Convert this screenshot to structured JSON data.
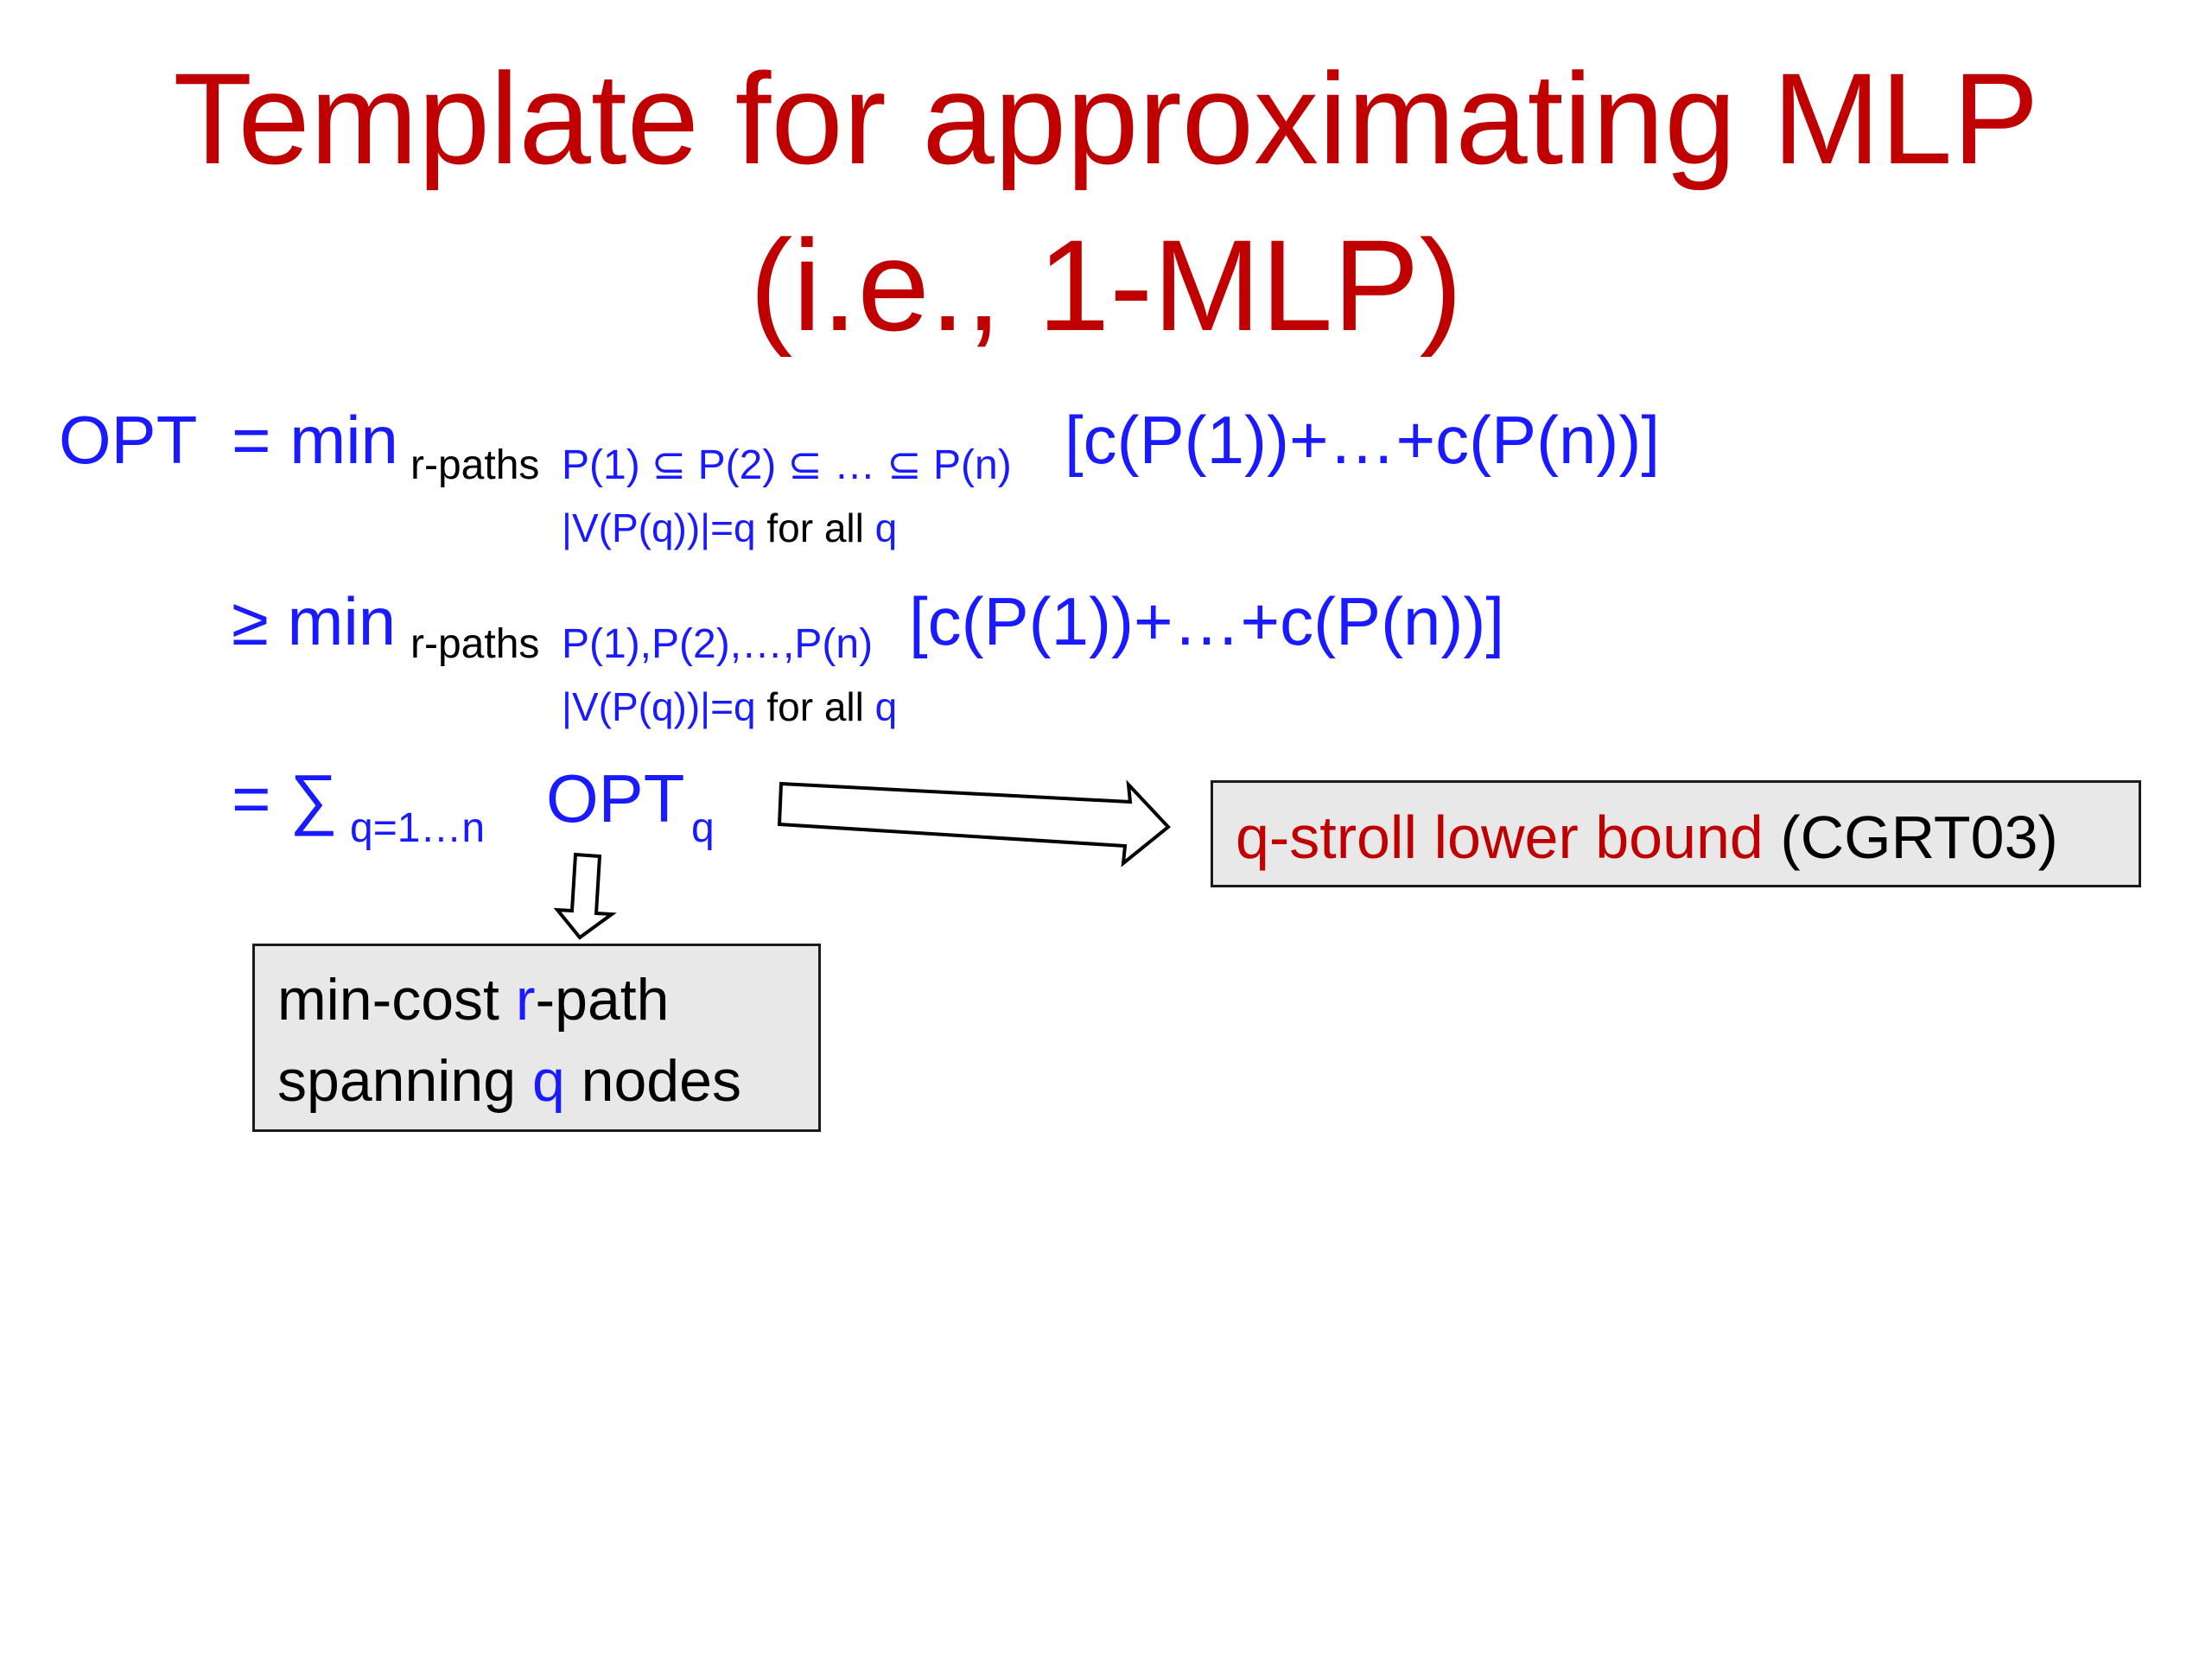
{
  "title": {
    "line1": "Template for approximating MLP",
    "line2": "(i.e., 1-MLP)"
  },
  "eq1": {
    "lhs": "OPT",
    "rel": "= min",
    "sub_r": "r-paths",
    "sub_chain": "P(1) ⊆ P(2) ⊆ … ⊆ P(n)",
    "sum": "[c(P(1))+…+c(P(n))]",
    "cond": "|V(P(q))|=q",
    "cond_for": "for all",
    "cond_q": "q"
  },
  "eq2": {
    "rel": "≥ min",
    "sub_r": "r-paths",
    "sub_chain": "P(1),P(2),…,P(n)",
    "sum": "[c(P(1))+…+c(P(n))]",
    "cond": "|V(P(q))|=q",
    "cond_for": "for all",
    "cond_q": "q"
  },
  "eq3": {
    "rel": "= ∑",
    "sub_range": "q=1…n",
    "opt": "OPT",
    "opt_sub": "q"
  },
  "box_right": {
    "red_text": "q-stroll lower bound",
    "black_text": "(CGRT03)"
  },
  "box_left": {
    "line1_pre": "min-cost",
    "line1_r": "r",
    "line1_post": "-path",
    "line2_pre": "spanning",
    "line2_q": "q",
    "line2_post": "nodes"
  },
  "colors": {
    "title": "#c00000",
    "math": "#1a1aff",
    "box_fill": "#e8e8e8"
  }
}
